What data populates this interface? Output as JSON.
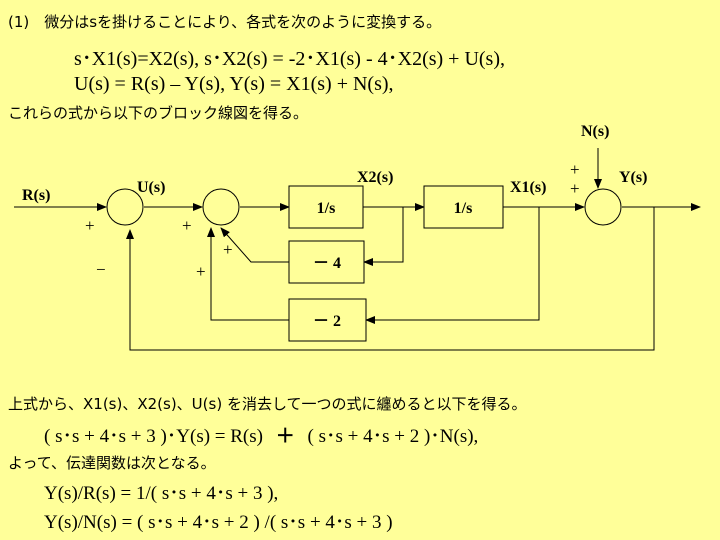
{
  "intro": {
    "heading": "(1)　微分はsを掛けることにより、各式を次のように変換する。",
    "eq1": "s･X1(s)=X2(s),  s･X2(s) = -2･X1(s) - 4･X2(s) + U(s),",
    "eq2": "U(s) = R(s) – Y(s),    Y(s) = X1(s) + N(s),",
    "note": "これらの式から以下のブロック線図を得る。"
  },
  "diagram": {
    "signals": {
      "input": "R(s)",
      "control": "U(s)",
      "state2": "X2(s)",
      "state1": "X1(s)",
      "output": "Y(s)",
      "disturbance": "N(s)"
    },
    "blocks": {
      "integrator1": "1/s",
      "integrator2": "1/s",
      "gain_x2": "－ 4",
      "gain_x1": "－ 2"
    },
    "signs": {
      "sum1_ref": "+",
      "sum1_fb": "−",
      "sum2_in": "+",
      "sum2_fb4": "+",
      "sum2_fb2": "+",
      "sum3_x1": "+",
      "sum3_n": "+"
    }
  },
  "derivation": {
    "text": "上式から、X1(s)、X2(s)、U(s) を消去して一つの式に纏めると以下を得る。",
    "eq_left": "( s･s + 4･s + 3 )･Y(s) = R(s)",
    "eq_plus": "＋",
    "eq_right": "( s･s + 4･s + 2 )･N(s),",
    "so": "よって、伝達関数は次となる。",
    "tf1": "Y(s)/R(s) = 1/( s･s + 4･s + 3 ),",
    "tf2": "Y(s)/N(s) = ( s･s + 4･s + 2 ) /( s･s + 4･s + 3 )"
  }
}
